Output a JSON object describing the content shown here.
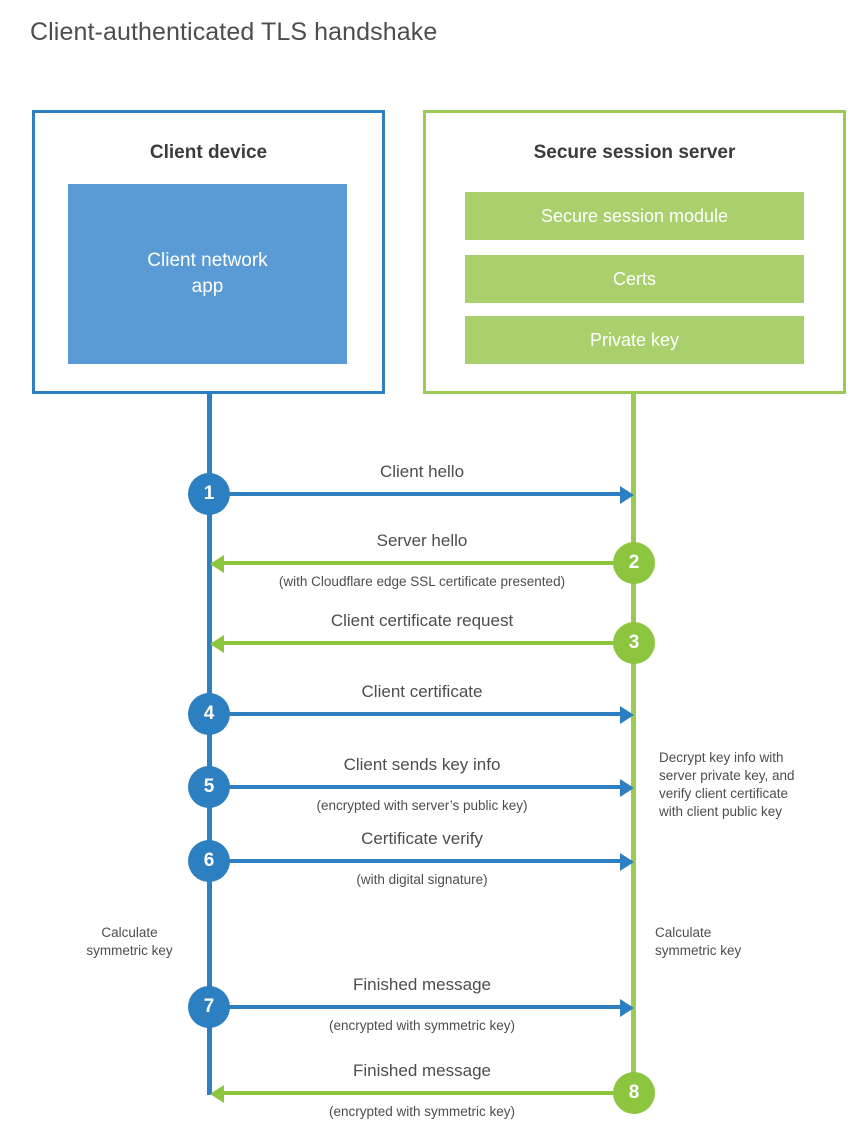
{
  "title": "Client-authenticated TLS handshake",
  "colors": {
    "client_blue": "#2c7fc0",
    "client_app_fill": "#5b9bd5",
    "server_green": "#9acc55",
    "server_bar_fill": "#a9d06d",
    "arrow_green": "#8cc63e",
    "text": "#4d4d4d",
    "background": "#ffffff"
  },
  "client": {
    "title": "Client device",
    "app_label": "Client network\napp"
  },
  "server": {
    "title": "Secure session server",
    "components": [
      {
        "label": "Secure session module"
      },
      {
        "label": "Certs"
      },
      {
        "label": "Private key"
      }
    ]
  },
  "steps": [
    {
      "number": "1",
      "label": "Client hello",
      "sublabel": "",
      "direction": "client-to-server",
      "color": "blue"
    },
    {
      "number": "2",
      "label": "Server hello",
      "sublabel": "(with Cloudflare edge SSL certificate presented)",
      "direction": "server-to-client",
      "color": "green"
    },
    {
      "number": "3",
      "label": "Client certificate request",
      "sublabel": "",
      "direction": "server-to-client",
      "color": "green"
    },
    {
      "number": "4",
      "label": "Client certificate",
      "sublabel": "",
      "direction": "client-to-server",
      "color": "blue"
    },
    {
      "number": "5",
      "label": "Client sends key info",
      "sublabel": "(encrypted with server’s public key)",
      "direction": "client-to-server",
      "color": "blue"
    },
    {
      "number": "6",
      "label": "Certificate verify",
      "sublabel": "(with digital signature)",
      "direction": "client-to-server",
      "color": "blue"
    },
    {
      "number": "7",
      "label": "Finished message",
      "sublabel": "(encrypted with symmetric key)",
      "direction": "client-to-server",
      "color": "blue"
    },
    {
      "number": "8",
      "label": "Finished message",
      "sublabel": "(encrypted with symmetric key)",
      "direction": "server-to-client",
      "color": "green"
    }
  ],
  "notes": {
    "server_decrypt": "Decrypt key info with\nserver private key, and\nverify client certificate\nwith client public key",
    "client_calculate": "Calculate\nsymmetric key",
    "server_calculate": "Calculate\nsymmetric key"
  }
}
